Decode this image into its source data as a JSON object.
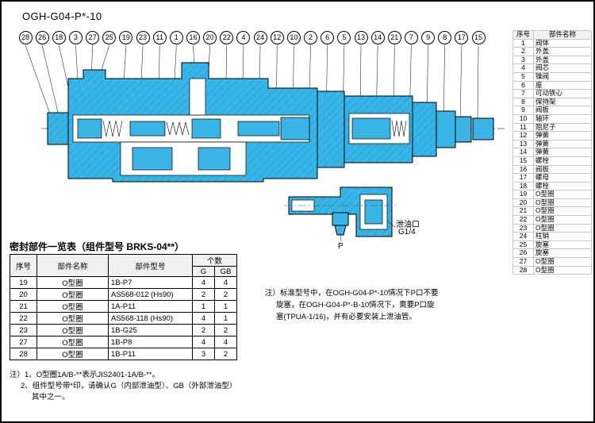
{
  "page": {
    "title": "OGH-G04-P*-10"
  },
  "callouts": [
    "28",
    "26",
    "18",
    "3",
    "27",
    "25",
    "19",
    "23",
    "11",
    "1",
    "16",
    "20",
    "22",
    "4",
    "24",
    "12",
    "10",
    "2",
    "6",
    "5",
    "13",
    "14",
    "21",
    "7",
    "9",
    "8",
    "17",
    "15"
  ],
  "parts_list": {
    "headers": {
      "no": "序号",
      "name": "部件名称"
    },
    "rows": [
      {
        "no": "1",
        "name": "阀体"
      },
      {
        "no": "2",
        "name": "外盖"
      },
      {
        "no": "3",
        "name": "外盖"
      },
      {
        "no": "4",
        "name": "阀芯"
      },
      {
        "no": "5",
        "name": "锥阀"
      },
      {
        "no": "6",
        "name": "座"
      },
      {
        "no": "7",
        "name": "可动铁心"
      },
      {
        "no": "8",
        "name": "保持架"
      },
      {
        "no": "9",
        "name": "阀板"
      },
      {
        "no": "10",
        "name": "轴环"
      },
      {
        "no": "11",
        "name": "阻尼子"
      },
      {
        "no": "12",
        "name": "弹簧"
      },
      {
        "no": "13",
        "name": "弹簧"
      },
      {
        "no": "14",
        "name": "弹簧"
      },
      {
        "no": "15",
        "name": "螺栓"
      },
      {
        "no": "16",
        "name": "阀板"
      },
      {
        "no": "17",
        "name": "螺母"
      },
      {
        "no": "18",
        "name": "螺栓"
      },
      {
        "no": "19",
        "name": "O型圈"
      },
      {
        "no": "20",
        "name": "O型圈"
      },
      {
        "no": "21",
        "name": "O型圈"
      },
      {
        "no": "22",
        "name": "O型圈"
      },
      {
        "no": "23",
        "name": "O型圈"
      },
      {
        "no": "24",
        "name": "柱销"
      },
      {
        "no": "25",
        "name": "旋塞"
      },
      {
        "no": "26",
        "name": "旋塞"
      },
      {
        "no": "27",
        "name": "O型圈"
      },
      {
        "no": "28",
        "name": "O型圈"
      }
    ]
  },
  "seal_table": {
    "title": "密封部件一览表（组件型号 BRKS-04**）",
    "headers": {
      "no": "序号",
      "name": "部件名称",
      "model": "部件型号",
      "qty": "个数",
      "g": "G",
      "gb": "GB"
    },
    "rows": [
      {
        "no": "19",
        "name": "O型圈",
        "model": "1B-P7",
        "g": "4",
        "gb": "4"
      },
      {
        "no": "20",
        "name": "O型圈",
        "model": "AS568-012 (Hs90)",
        "g": "2",
        "gb": "2"
      },
      {
        "no": "21",
        "name": "O型圈",
        "model": "1A-P11",
        "g": "1",
        "gb": "1"
      },
      {
        "no": "22",
        "name": "O型圈",
        "model": "AS568-118 (Hs90)",
        "g": "4",
        "gb": "1"
      },
      {
        "no": "23",
        "name": "O型圈",
        "model": "1B-G25",
        "g": "2",
        "gb": "2"
      },
      {
        "no": "27",
        "name": "O型圈",
        "model": "1B-P8",
        "g": "4",
        "gb": "4"
      },
      {
        "no": "28",
        "name": "O型圈",
        "model": "1B-P11",
        "g": "3",
        "gb": "2"
      }
    ]
  },
  "diagram_labels": {
    "p_port": "P",
    "drain_line1": "泄油口",
    "drain_line2": "G1/4"
  },
  "note_right": {
    "line1": "注）标准型号中，在OGH-G04-P*-10情况下P口不要",
    "line2": "旋塞，在OGH-G04-P*-B-10情况下，需要P口旋",
    "line3": "塞(TPUA-1/16)，并有必要安装上泄油管。"
  },
  "notes_bottom": {
    "line1": "注）1、O型圈1A/B-**表示JIS2401-1A/B-**。",
    "line2": "2、组件型号带*印，请确认G（内部泄油型）、GB（外部泄油型）",
    "line3": "其中之一。"
  }
}
